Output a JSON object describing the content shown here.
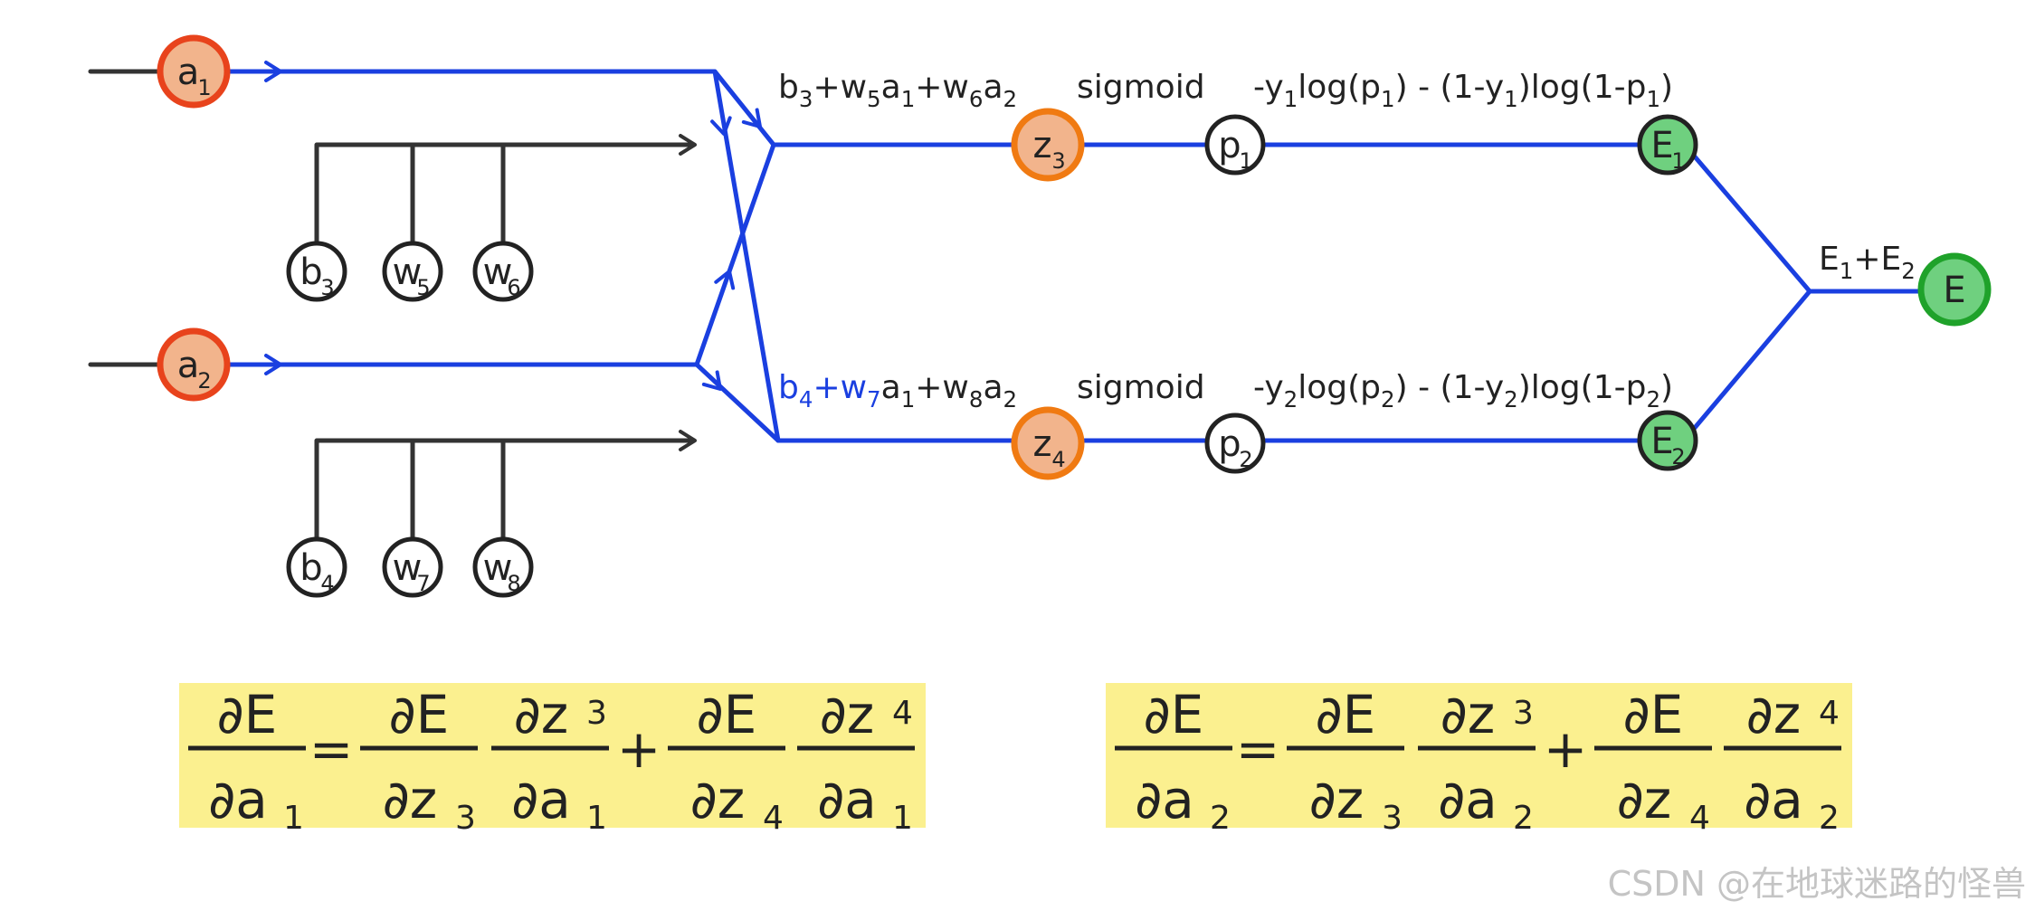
{
  "colors": {
    "line": "#333333",
    "path": "#1a3fe0",
    "input_fill": "#f2b48c",
    "input_ring": "#e8431c",
    "z_fill": "#f2b48c",
    "z_ring": "#f07a12",
    "e_fill": "#6fd07f",
    "e_ring": "#1fa22a",
    "equation_bg": "#fbf08f"
  },
  "nodes": {
    "a1": {
      "main": "a",
      "sub": "1"
    },
    "a2": {
      "main": "a",
      "sub": "2"
    },
    "b3": {
      "main": "b",
      "sub": "3"
    },
    "w5": {
      "main": "w",
      "sub": "5"
    },
    "w6": {
      "main": "w",
      "sub": "6"
    },
    "b4": {
      "main": "b",
      "sub": "4"
    },
    "w7": {
      "main": "w",
      "sub": "7"
    },
    "w8": {
      "main": "w",
      "sub": "8"
    },
    "z3": {
      "main": "z",
      "sub": "3"
    },
    "z4": {
      "main": "z",
      "sub": "4"
    },
    "p1": {
      "main": "p",
      "sub": "1"
    },
    "p2": {
      "main": "p",
      "sub": "2"
    },
    "E1": {
      "main": "E",
      "sub": "1"
    },
    "E2": {
      "main": "E",
      "sub": "2"
    },
    "E": {
      "main": "E",
      "sub": ""
    }
  },
  "labels": {
    "z3_formula": [
      "b",
      "3",
      "+w",
      "5",
      "a",
      "1",
      "+w",
      "6",
      "a",
      "2"
    ],
    "z4_formula": [
      "b",
      "4",
      "+w",
      "7",
      "a",
      "1",
      "+w",
      "8",
      "a",
      "2"
    ],
    "sigmoid_top": "sigmoid",
    "sigmoid_bottom": "sigmoid",
    "loss_top": [
      "-y",
      "1",
      "log(p",
      "1",
      ") - (1-y",
      "1",
      ")log(1-p",
      "1",
      ")"
    ],
    "loss_bottom": [
      "-y",
      "2",
      "log(p",
      "2",
      ") - (1-y",
      "2",
      ")log(1-p",
      "2",
      ")"
    ],
    "sum": [
      "E",
      "1",
      "+E",
      "2"
    ]
  },
  "equations": {
    "left": {
      "lhs": {
        "num": [
          "∂E",
          ""
        ],
        "den": [
          "∂a",
          "1"
        ]
      },
      "t1": {
        "num": [
          "∂E",
          ""
        ],
        "den": [
          "∂z",
          "3"
        ]
      },
      "t2": {
        "num": [
          "∂z",
          "3"
        ],
        "den": [
          "∂a",
          "1"
        ]
      },
      "t3": {
        "num": [
          "∂E",
          ""
        ],
        "den": [
          "∂z",
          "4"
        ]
      },
      "t4": {
        "num": [
          "∂z",
          "4"
        ],
        "den": [
          "∂a",
          "1"
        ]
      },
      "eq": "=",
      "plus": "+"
    },
    "right": {
      "lhs": {
        "num": [
          "∂E",
          ""
        ],
        "den": [
          "∂a",
          "2"
        ]
      },
      "t1": {
        "num": [
          "∂E",
          ""
        ],
        "den": [
          "∂z",
          "3"
        ]
      },
      "t2": {
        "num": [
          "∂z",
          "3"
        ],
        "den": [
          "∂a",
          "2"
        ]
      },
      "t3": {
        "num": [
          "∂E",
          ""
        ],
        "den": [
          "∂z",
          "4"
        ]
      },
      "t4": {
        "num": [
          "∂z",
          "4"
        ],
        "den": [
          "∂a",
          "2"
        ]
      },
      "eq": "=",
      "plus": "+"
    }
  },
  "watermark": "CSDN @在地球迷路的怪兽"
}
